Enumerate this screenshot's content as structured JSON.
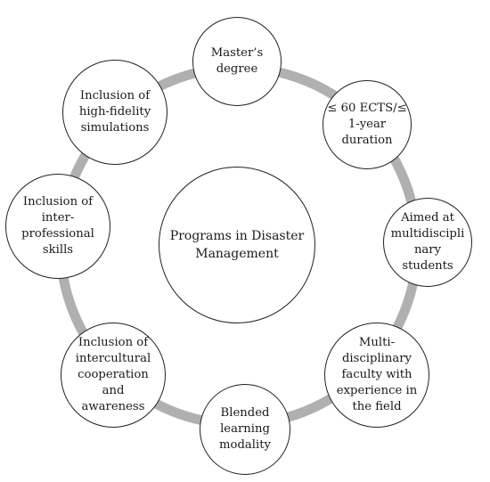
{
  "center": {
    "label": "Programs in Disaster\nManagement"
  },
  "nodes": [
    {
      "label": "Master’s\ndegree"
    },
    {
      "label": "≤ 60 ECTS/≤\n1-year\nduration"
    },
    {
      "label": "Aimed at\nmultidiscipli\nnary\nstudents"
    },
    {
      "label": "Multi-\ndisciplinary\nfaculty with\nexperience in\nthe field"
    },
    {
      "label": "Blended\nlearning\nmodality"
    },
    {
      "label": "Inclusion of\nintercultural\ncooperation\nand\nawareness"
    },
    {
      "label": "Inclusion of\ninter-\nprofessional\nskills"
    },
    {
      "label": "Inclusion of\nhigh-fidelity\nsimulations"
    }
  ],
  "colors": {
    "ring": "#b0b0b0",
    "circle_border": "#222222",
    "circle_fill": "#ffffff",
    "text": "#1a1a1a"
  }
}
